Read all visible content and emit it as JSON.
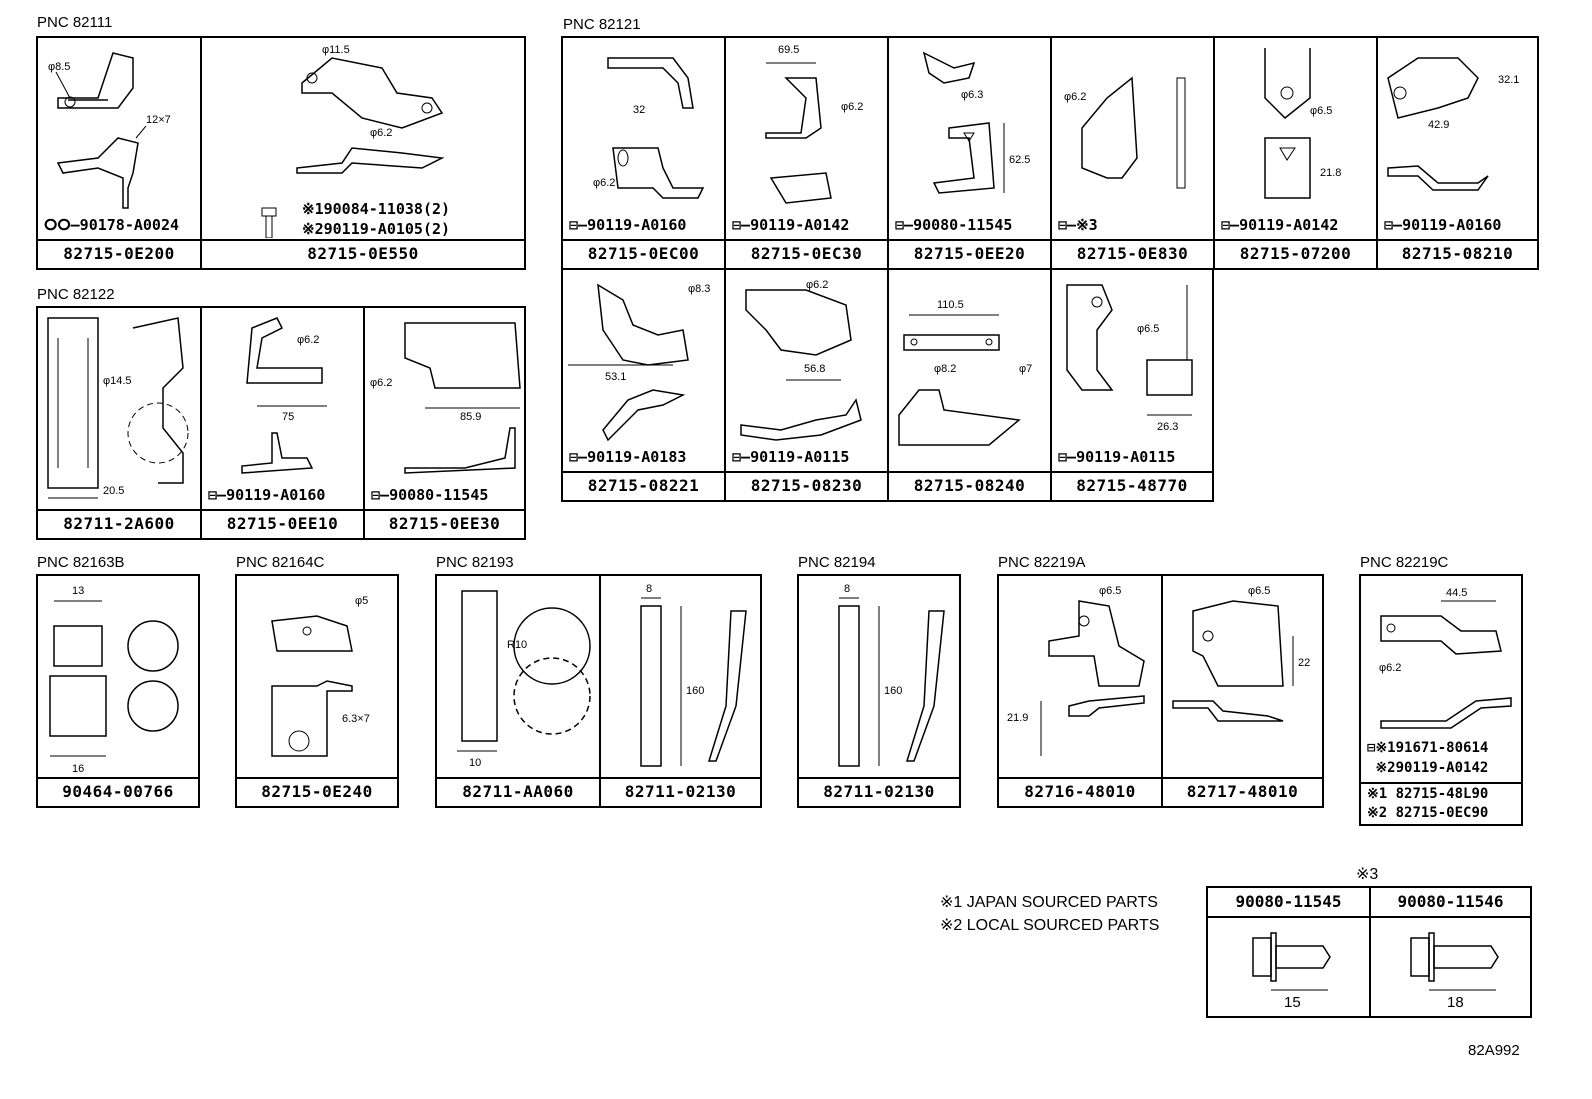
{
  "groups": {
    "g82111": {
      "title": "PNC 82111",
      "cells": [
        {
          "pn": "82715-0E200",
          "cap1": "90178-A0024",
          "dims": [
            "φ8.5",
            "12×7"
          ]
        },
        {
          "pn": "82715-0E550",
          "cap1": "※190084-11038(2)",
          "cap2": "※290119-A0105(2)",
          "dims": [
            "φ11.5",
            "φ6.2"
          ]
        }
      ]
    },
    "g82121": {
      "title": "PNC 82121",
      "cells": [
        {
          "pn": "82715-0EC00",
          "cap1": "90119-A0160",
          "dims": [
            "32",
            "φ6.2"
          ]
        },
        {
          "pn": "82715-0EC30",
          "cap1": "90119-A0142",
          "dims": [
            "69.5",
            "φ6.2"
          ]
        },
        {
          "pn": "82715-0EE20",
          "cap1": "90080-11545",
          "dims": [
            "φ6.3",
            "62.5"
          ]
        },
        {
          "pn": "82715-0E830",
          "cap1": "※3",
          "dims": [
            "φ6.2"
          ]
        },
        {
          "pn": "82715-07200",
          "cap1": "90119-A0142",
          "dims": [
            "φ6.5",
            "21.8"
          ]
        },
        {
          "pn": "82715-08210",
          "cap1": "90119-A0160",
          "dims": [
            "32.1",
            "42.9"
          ]
        },
        {
          "pn": "82715-08221",
          "cap1": "90119-A0183",
          "dims": [
            "φ8.3",
            "53.1"
          ]
        },
        {
          "pn": "82715-08230",
          "cap1": "90119-A0115",
          "dims": [
            "φ6.2",
            "56.8"
          ]
        },
        {
          "pn": "82715-08240",
          "cap1": "",
          "dims": [
            "110.5",
            "φ8.2",
            "φ7"
          ]
        },
        {
          "pn": "82715-48770",
          "cap1": "90119-A0115",
          "dims": [
            "φ6.5",
            "26.3"
          ]
        }
      ]
    },
    "g82122": {
      "title": "PNC 82122",
      "cells": [
        {
          "pn": "82711-2A600",
          "cap1": "",
          "dims": [
            "φ14.5",
            "20.5"
          ]
        },
        {
          "pn": "82715-0EE10",
          "cap1": "90119-A0160",
          "dims": [
            "φ6.2",
            "75"
          ]
        },
        {
          "pn": "82715-0EE30",
          "cap1": "90080-11545",
          "dims": [
            "φ6.2",
            "85.9"
          ]
        }
      ]
    },
    "g82163b": {
      "title": "PNC 82163B",
      "cells": [
        {
          "pn": "90464-00766",
          "cap1": "",
          "dims": [
            "13",
            "16"
          ]
        }
      ]
    },
    "g82164c": {
      "title": "PNC 82164C",
      "cells": [
        {
          "pn": "82715-0E240",
          "cap1": "",
          "dims": [
            "φ5",
            "6.3×7"
          ]
        }
      ]
    },
    "g82193": {
      "title": "PNC 82193",
      "cells": [
        {
          "pn": "82711-AA060",
          "cap1": "",
          "dims": [
            "R10",
            "10"
          ]
        },
        {
          "pn": "82711-02130",
          "cap1": "",
          "dims": [
            "8",
            "160"
          ]
        }
      ]
    },
    "g82194": {
      "title": "PNC 82194",
      "cells": [
        {
          "pn": "82711-02130",
          "cap1": "",
          "dims": [
            "8",
            "160"
          ]
        }
      ]
    },
    "g82219a": {
      "title": "PNC 82219A",
      "cells": [
        {
          "pn": "82716-48010",
          "cap1": "",
          "dims": [
            "φ6.5",
            "21.9"
          ]
        },
        {
          "pn": "82717-48010",
          "cap1": "",
          "dims": [
            "φ6.5",
            "22"
          ]
        }
      ]
    },
    "g82219c": {
      "title": "PNC 82219C",
      "cells": [
        {
          "pn1": "※1 82715-48L90",
          "pn2": "※2 82715-0EC90",
          "cap1": "※191671-80614",
          "cap2": "※290119-A0142",
          "dims": [
            "44.5",
            "φ6.2"
          ]
        }
      ]
    }
  },
  "notes": {
    "n1": "※1 JAPAN SOURCED PARTS",
    "n2": "※2 LOCAL SOURCED PARTS"
  },
  "bolts": {
    "label": "※3",
    "items": [
      {
        "pn": "90080-11545",
        "len": "15"
      },
      {
        "pn": "90080-11546",
        "len": "18"
      }
    ]
  },
  "ref": "82A992"
}
